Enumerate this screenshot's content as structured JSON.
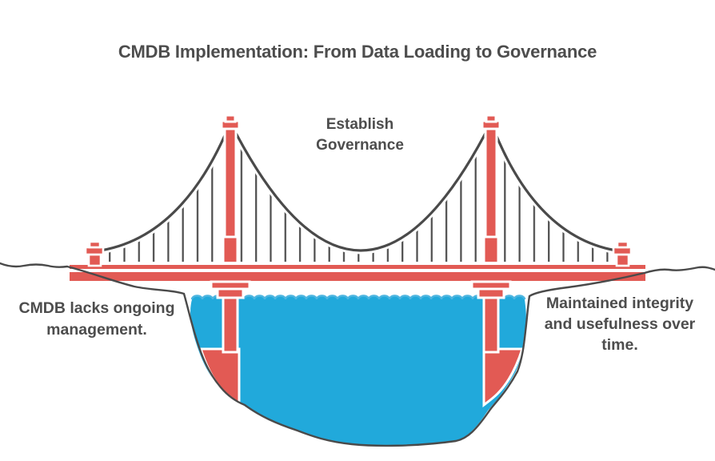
{
  "title": "CMDB Implementation: From Data Loading to Governance",
  "labels": {
    "top_center": "Establish\nGovernance",
    "left": "CMDB lacks ongoing\nmanagement.",
    "right": "Maintained integrity\nand usefulness over\ntime."
  },
  "figure": {
    "type": "suspension-bridge-over-water-illustration"
  },
  "colors": {
    "bridge_red": "#e25a54",
    "water_blue": "#21a9db",
    "wave_light": "#4db5e0",
    "line_dark": "#4a4a4a",
    "text_dark": "#4d4d4d",
    "bg": "#ffffff"
  }
}
